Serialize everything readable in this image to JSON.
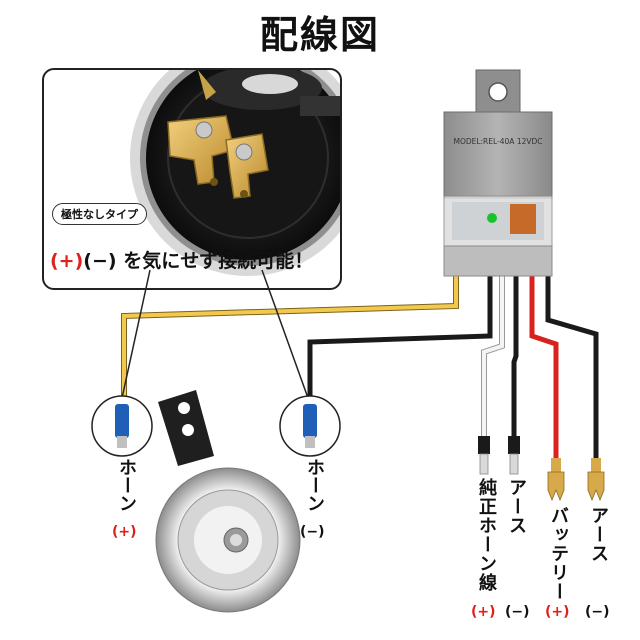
{
  "title": "配線図",
  "callout": {
    "tag": "極性なしタイプ",
    "note_plus": "(+)",
    "note_minus": "(−)",
    "note_text": "を気にせず接続可能！"
  },
  "relay": {
    "model_text": "MODEL:REL-40A 12VDC"
  },
  "horn_terminals": [
    {
      "label": "ホーン",
      "polarity": "(+)",
      "polarity_color": "#e0201b"
    },
    {
      "label": "ホーン",
      "polarity": "(−)",
      "polarity_color": "#111111"
    }
  ],
  "wire_ends": [
    {
      "label": "純正ホーン線",
      "polarity": "(+)",
      "polarity_color": "#e0201b"
    },
    {
      "label": "アース",
      "polarity": "(−)",
      "polarity_color": "#111111"
    },
    {
      "label": "バッテリー",
      "polarity": "(+)",
      "polarity_color": "#e0201b"
    },
    {
      "label": "アース",
      "polarity": "(−)",
      "polarity_color": "#111111"
    }
  ],
  "colors": {
    "yellow_wire": "#f2c94c",
    "black_wire": "#1a1a1a",
    "white_wire": "#f4f4f4",
    "red_wire": "#d9221d",
    "relay_body": "#9a9a9a",
    "terminal_blue": "#1f5fb8",
    "terminal_gold": "#d8a94a"
  }
}
